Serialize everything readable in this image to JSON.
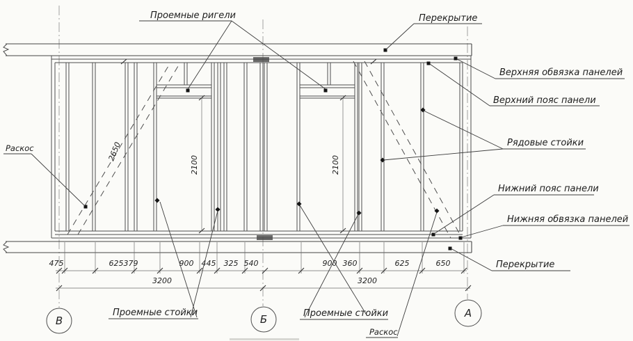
{
  "callouts": {
    "opening_headers": "Проемные ригели",
    "floor_top": "Перекрытие",
    "top_tie": "Верхняя обвязка панелей",
    "top_chord": "Верхний пояс панели",
    "common_studs": "Рядовые стойки",
    "bottom_chord": "Нижний пояс панели",
    "bottom_tie": "Нижняя обвязка панелей",
    "floor_bottom": "Перекрытие",
    "brace_left": "Раскос",
    "brace_right": "Раскос",
    "opening_studs_left": "Проемные стойки",
    "opening_studs_right": "Проемные стойки"
  },
  "dimensions": {
    "row1": [
      "475",
      "625",
      "379",
      "900",
      "445",
      "325",
      "540",
      "900",
      "360",
      "625",
      "650"
    ],
    "span_left": "3200",
    "span_right": "3200",
    "brace_length": "2650",
    "opening_height_left": "2100",
    "opening_height_right": "2100"
  },
  "axes": {
    "v": "В",
    "b": "Б",
    "a": "А"
  }
}
